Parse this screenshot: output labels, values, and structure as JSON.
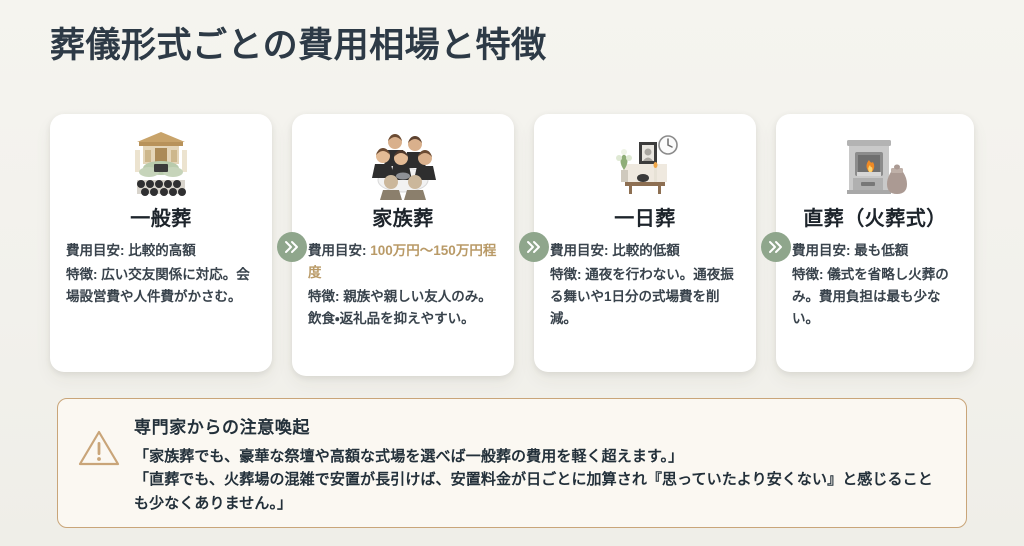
{
  "page": {
    "title": "葬儀形式ごとの費用相場と特徴",
    "background_color": "#f3f2ed",
    "title_color": "#2d3a46",
    "accent_color": "#b99a67",
    "connector_color": "#8fa68c",
    "alert_border_color": "#c9a579"
  },
  "cards": [
    {
      "icon_name": "traditional-funeral-hall-icon",
      "title": "一般葬",
      "cost_label": "費用目安:",
      "cost_value": "比較的高額",
      "cost_highlight": false,
      "feature_label": "特徴:",
      "feature_value": "広い交友関係に対応。会場設営費や人件費がかさむ。"
    },
    {
      "icon_name": "family-gathering-icon",
      "title": "家族葬",
      "cost_label": "費用目安:",
      "cost_value": "100万円〜150万円程度",
      "cost_highlight": true,
      "feature_label": "特徴:",
      "feature_value": "親族や親しい友人のみ。飲食・返礼品を抑えやすい。"
    },
    {
      "icon_name": "altar-with-clock-icon",
      "title": "一日葬",
      "cost_label": "費用目安:",
      "cost_value": "比較的低額",
      "cost_highlight": false,
      "feature_label": "特徴:",
      "feature_value": "通夜を行わない。通夜振る舞いや1日分の式場費を削減。"
    },
    {
      "icon_name": "crematorium-urn-icon",
      "title": "直葬（火葬式）",
      "cost_label": "費用目安:",
      "cost_value": "最も低額",
      "cost_highlight": false,
      "feature_label": "特徴:",
      "feature_value": "儀式を省略し火葬のみ。費用負担は最も少ない。"
    }
  ],
  "connectors": [
    {
      "icon_name": "double-chevron-right-icon"
    },
    {
      "icon_name": "double-chevron-right-icon"
    },
    {
      "icon_name": "double-chevron-right-icon"
    }
  ],
  "alert": {
    "icon_name": "warning-triangle-icon",
    "title": "専門家からの注意喚起",
    "lines": [
      "「家族葬でも、豪華な祭壇や高額な式場を選べば一般葬の費用を軽く超えます。」",
      "「直葬でも、火葬場の混雑で安置が長引けば、安置料金が日ごとに加算され『思っていたより安くない』と感じることも少なくありません。」"
    ]
  }
}
